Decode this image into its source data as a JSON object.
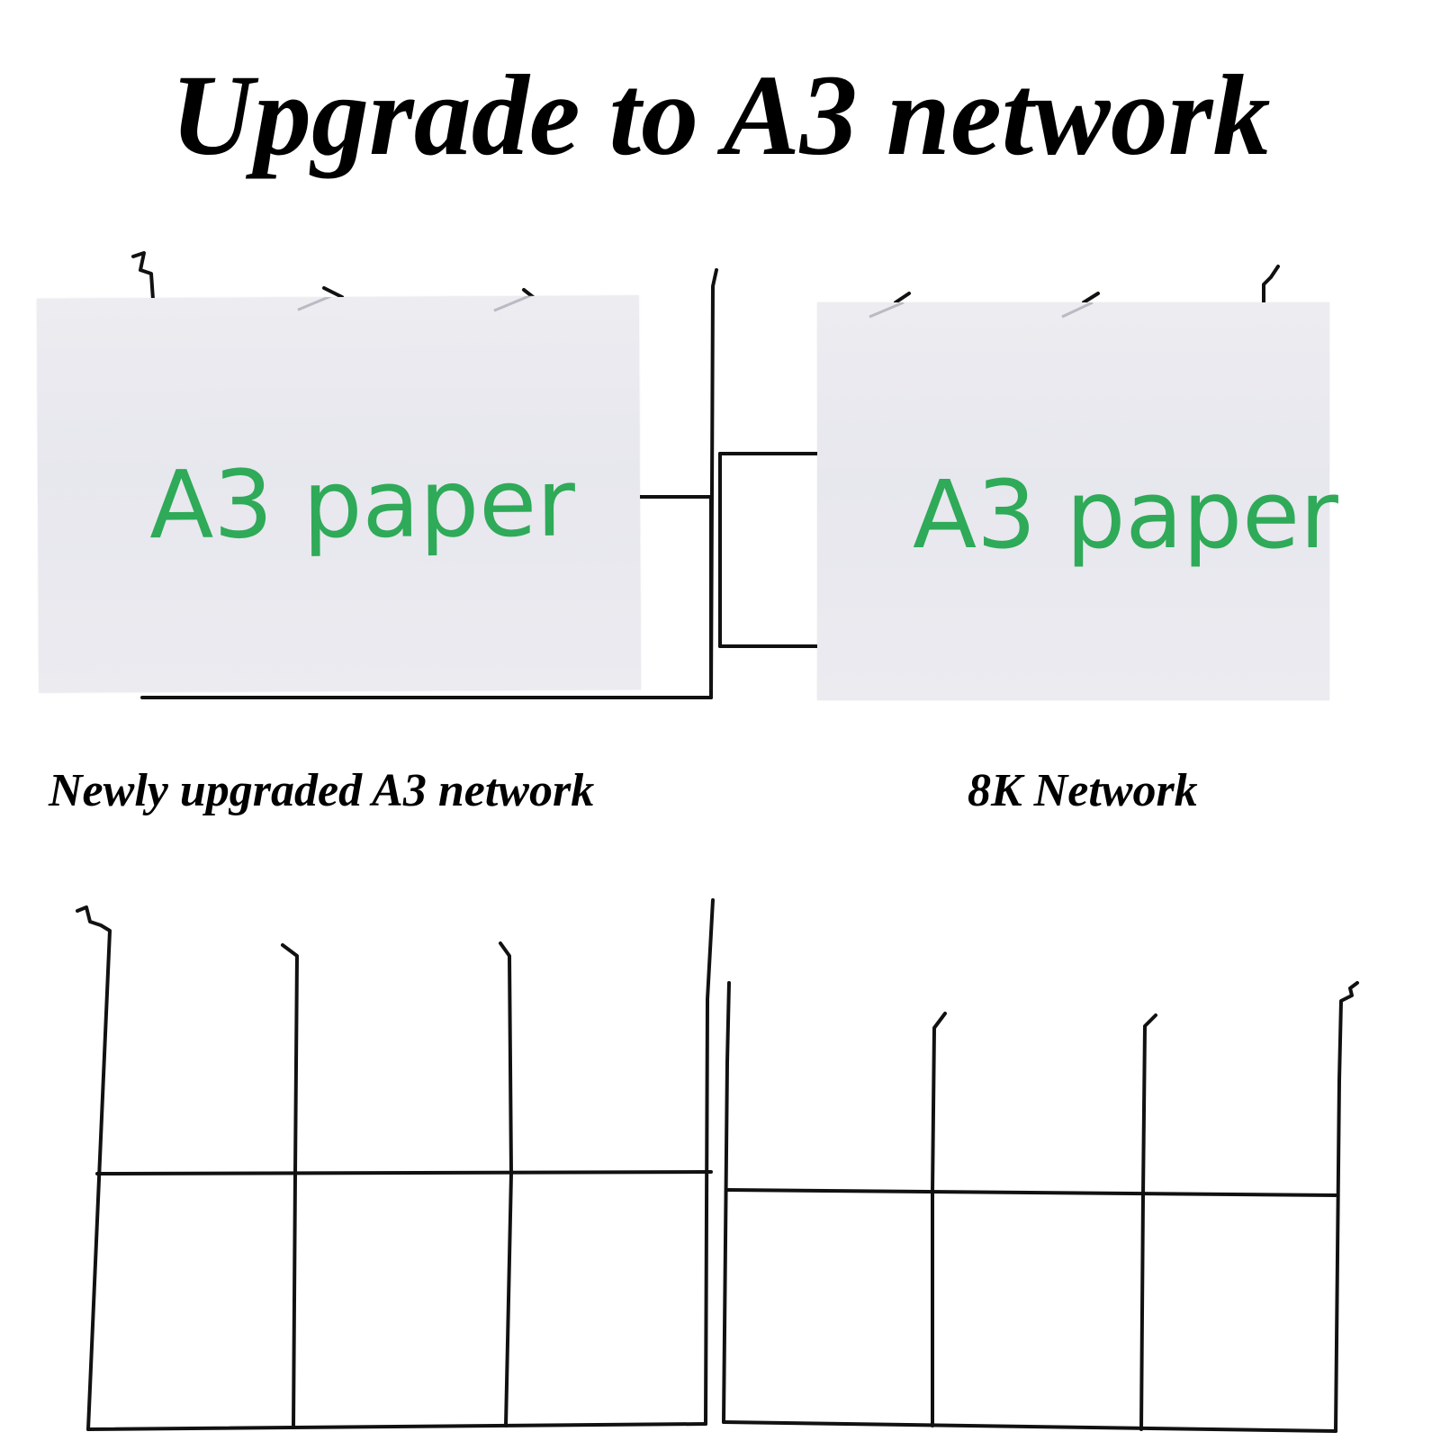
{
  "headline": "Upgrade to A3 network",
  "photo_top": {
    "left_paper_label": "A3 paper",
    "right_paper_label": "A3 paper"
  },
  "captions": {
    "left": "Newly upgraded A3 network",
    "right": "8K Network"
  },
  "colors": {
    "text": "#000000",
    "paper_label": "#2faa58",
    "paper": "#e9e9ef",
    "wire": "#111111"
  }
}
